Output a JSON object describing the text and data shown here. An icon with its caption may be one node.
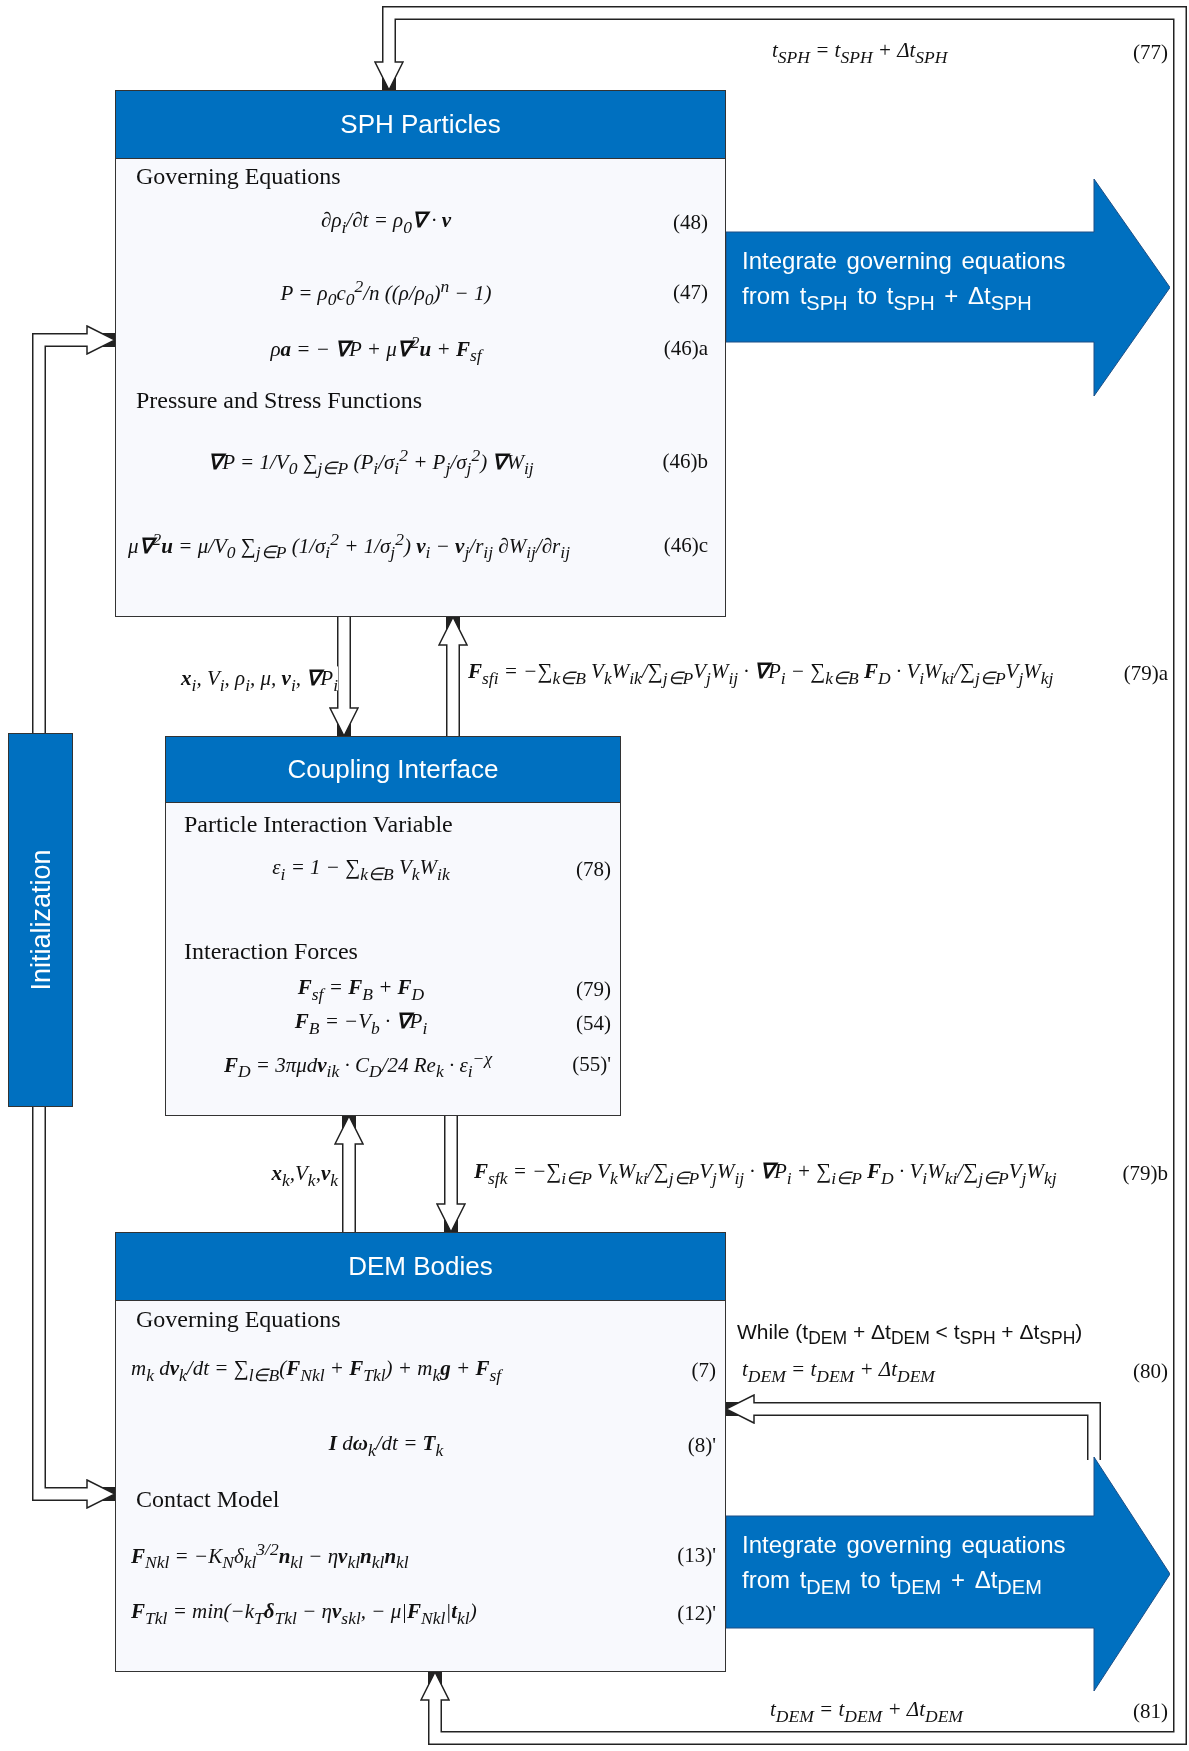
{
  "diagram": {
    "nodes": [
      {
        "text": [
          "SPH Particles",
          "Governing Equations",
          "∂ρ$_{i}$/∂t = ρ$_{0}$**∇** · **v**",
          "(48)",
          "P = ρ$_{0}$c$_{0}$$^{2}$/n ((ρ/ρ$_{0}$)$^{n}$ − 1)",
          "(47)",
          "ρ**a** = − **∇**P + μ**∇**$^{2}$**u** + **F**$_{sf}$",
          "(46)a",
          "Pressure and Stress Functions",
          "**∇**P = 1/V$_{0}$ ∑$_{j∈P}$ (P$_{i}$/σ$_{i}$$^{2}$ + P$_{j}$/σ$_{j}$$^{2}$) **∇**W$_{ij}$",
          "(46)b",
          "μ**∇**$^{2}$**u** = μ/V$_{0}$ ∑$_{j∈P}$ (1/σ$_{i}$$^{2}$ + 1/σ$_{j}$$^{2}$) **v**$_{i}$ − **v**$_{j}$/r$_{ij}$ ∂W$_{ij}$/∂r$_{ij}$",
          "(46)c"
        ]
      },
      {
        "text": [
          "Integrate governing equations from t$_{SPH}$ to t$_{SPH}$ + Δt$_{SPH}$"
        ]
      },
      {
        "text": [
          "Coupling Interface",
          "Particle Interaction Variable",
          "ε$_{i}$ = 1 − ∑$_{k∈B}$ V$_{k}$W$_{ik}$",
          "(78)",
          "Interaction Forces",
          "**F**$_{sf}$ = **F**$_{B}$ + **F**$_{D}$",
          "(79)",
          "**F**$_{B}$ = −V$_{b}$ · **∇**P$_{i}$",
          "(54)",
          "**F**$_{D}$ = 3πμd**v**$_{ik}$ · C$_{D}$/24 Re$_{k}$ · ε$_{i}$$^{−χ}$",
          "(55)'"
        ]
      },
      {
        "text": [
          "DEM Bodies",
          "Governing Equations",
          "m$_{k}$ d**v**$_{k}$/dt = ∑$_{l∈B}$(**F**$_{Nkl}$ + **F**$_{Tkl}$) + m$_{k}$**g** + **F**$_{sf}$",
          "(7)",
          "**I** d**ω**$_{k}$/dt = **T**$_{k}$",
          "(8)'",
          "Contact Model",
          "**F**$_{Nkl}$ = −K$_{N}$δ$_{kl}$$^{3/2}$**n**$_{kl}$ − η**v**$_{kl}$**n**$_{kl}$**n**$_{kl}$",
          "(13)'",
          "**F**$_{Tkl}$ = min(−k$_{T}$**δ**$_{Tkl}$ − η**v**$_{skl}$, − μ|**F**$_{Nkl}$|**t**$_{kl}$)",
          "(12)'"
        ]
      },
      {
        "text": [
          "Integrate governing equations from t$_{DEM}$ to t$_{DEM}$ + Δt$_{DEM}$"
        ]
      },
      {
        "text": [
          "Initialization"
        ]
      }
    ],
    "edges": [
      {
        "from": 5,
        "to": 0,
        "arrow": "to"
      },
      {
        "from": 5,
        "to": 3,
        "arrow": "to"
      },
      {
        "from": 0,
        "to": 2,
        "arrow": "to",
        "label": "**x**$_{i}$, V$_{i}$, ρ$_{i}$, μ, **v**$_{i}$, **∇**P$_{i}$"
      },
      {
        "from": 2,
        "to": 0,
        "arrow": "to",
        "label": "**F**$_{sfi}$ = −∑$_{k∈B}$ V$_{k}$W$_{ik}$/∑$_{j∈P}$V$_{j}$W$_{ij}$ · **∇**P$_{i}$ − ∑$_{k∈B}$ **F**$_{D}$ · V$_{i}$W$_{ki}$/∑$_{j∈P}$V$_{j}$W$_{kj}$"
      },
      {
        "from": 3,
        "to": 2,
        "arrow": "to",
        "label": "**x**$_{k}$,V$_{k}$,**v**$_{k}$"
      },
      {
        "from": 2,
        "to": 3,
        "arrow": "to",
        "label": "**F**$_{sfk}$ = −∑$_{i∈P}$ V$_{k}$W$_{ki}$/∑$_{j∈P}$V$_{j}$W$_{ij}$ · **∇**P$_{i}$ + ∑$_{i∈P}$ **F**$_{D}$ · V$_{i}$W$_{ki}$/∑$_{j∈P}$V$_{j}$W$_{kj}$"
      },
      {
        "from": 3,
        "to": 0,
        "arrow": "both",
        "label": "t$_{SPH}$ = t$_{SPH}$ + Δt$_{SPH}$"
      },
      {
        "from": 4,
        "to": 3,
        "arrow": "to"
      }
    ],
    "labels": [
      "(77)",
      "(79)a",
      "(79)b",
      "While (t$_{DEM}$ + Δt$_{DEM}$ < t$_{SPH}$ + Δt$_{SPH}$)",
      "t$_{DEM}$ = t$_{DEM}$ + Δt$_{DEM}$",
      "(80)",
      "t$_{DEM}$ = t$_{DEM}$ + Δt$_{DEM}$",
      "(81)"
    ]
  }
}
